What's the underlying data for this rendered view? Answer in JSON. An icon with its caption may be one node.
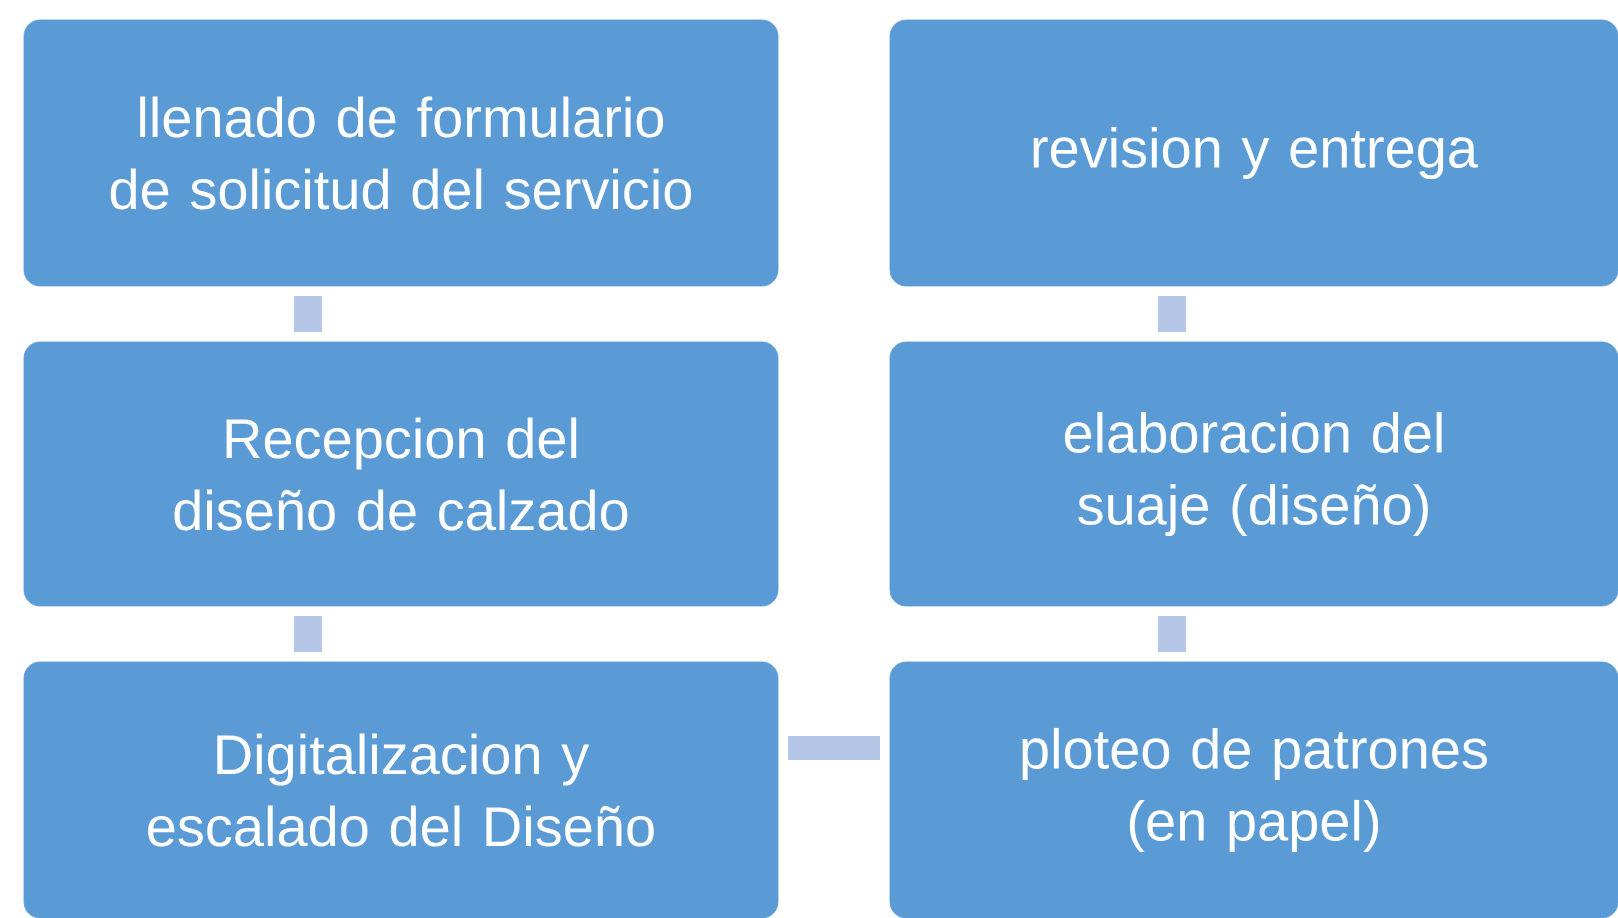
{
  "diagram": {
    "nodes": [
      {
        "text": [
          "llenado de formulario de solicitud del servicio"
        ]
      },
      {
        "text": [
          "Recepcion del diseño de calzado"
        ]
      },
      {
        "text": [
          "Digitalizacion y escalado del Diseño"
        ]
      },
      {
        "text": [
          "ploteo de patrones (en papel)"
        ]
      },
      {
        "text": [
          "elaboracion del suaje (diseño)"
        ]
      },
      {
        "text": [
          "revision y entrega"
        ]
      }
    ],
    "edges": [
      {
        "from": 0,
        "to": 1,
        "arrow": "none"
      },
      {
        "from": 1,
        "to": 2,
        "arrow": "none"
      },
      {
        "from": 2,
        "to": 3,
        "arrow": "none"
      },
      {
        "from": 3,
        "to": 4,
        "arrow": "none"
      },
      {
        "from": 4,
        "to": 5,
        "arrow": "none"
      }
    ]
  }
}
